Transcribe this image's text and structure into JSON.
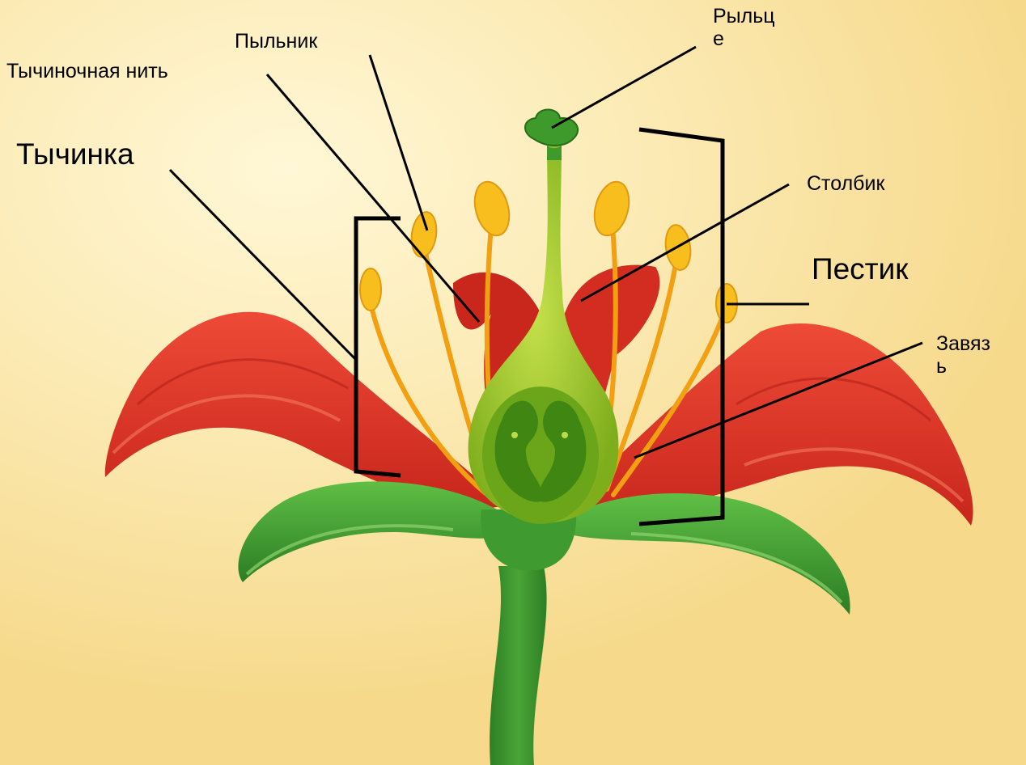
{
  "diagram": {
    "labels": {
      "stigma": "Рыльц\nе",
      "anther": "Пыльник",
      "filament": "Тычиночная нить",
      "stamen": "Тычинка",
      "style": "Столбик",
      "pistil": "Пестик",
      "ovary": "Завяз\nь"
    },
    "colors": {
      "background": "#fcebb6",
      "petal": "#e2352a",
      "petal_dark": "#b81f17",
      "sepal": "#45a83a",
      "sepal_dark": "#2b7a25",
      "pistil": "#8dbb22",
      "ovary_inner": "#5a9a14",
      "stamen": "#f5b61a",
      "label_text": "#000000",
      "leader_line": "#000000"
    }
  }
}
